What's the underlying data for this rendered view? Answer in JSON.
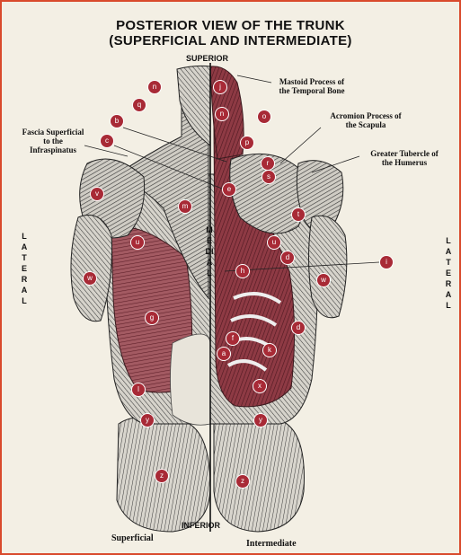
{
  "title": {
    "line1": "POSTERIOR VIEW OF THE TRUNK",
    "line2": "(SUPERFICIAL AND INTERMEDIATE)"
  },
  "orientation": {
    "superior": "SUPERIOR",
    "inferior": "INFERIOR",
    "medial": "MEDIAL",
    "lateral_left": "LATERAL",
    "lateral_right": "LATERAL"
  },
  "callouts": {
    "mastoid": "Mastoid Process of\nthe Temporal Bone",
    "acromion": "Acromion Process of\nthe Scapula",
    "greater_tubercle": "Greater Tubercle of\nthe Humerus",
    "fascia": "Fascia Superficial\nto the\nInfraspinatus"
  },
  "footer": {
    "left": "Superficial",
    "right": "Intermediate"
  },
  "markers": [
    "n",
    "q",
    "j",
    "n",
    "o",
    "b",
    "c",
    "p",
    "r",
    "s",
    "t",
    "v",
    "m",
    "e",
    "u",
    "d",
    "u",
    "w",
    "w",
    "i",
    "h",
    "f",
    "d",
    "g",
    "k",
    "a",
    "l",
    "x",
    "y",
    "y",
    "z",
    "z"
  ],
  "colors": {
    "frame": "#d94a2c",
    "paper": "#f3efe4",
    "muscle": "#8e3a44",
    "marker": "#a82a36"
  }
}
